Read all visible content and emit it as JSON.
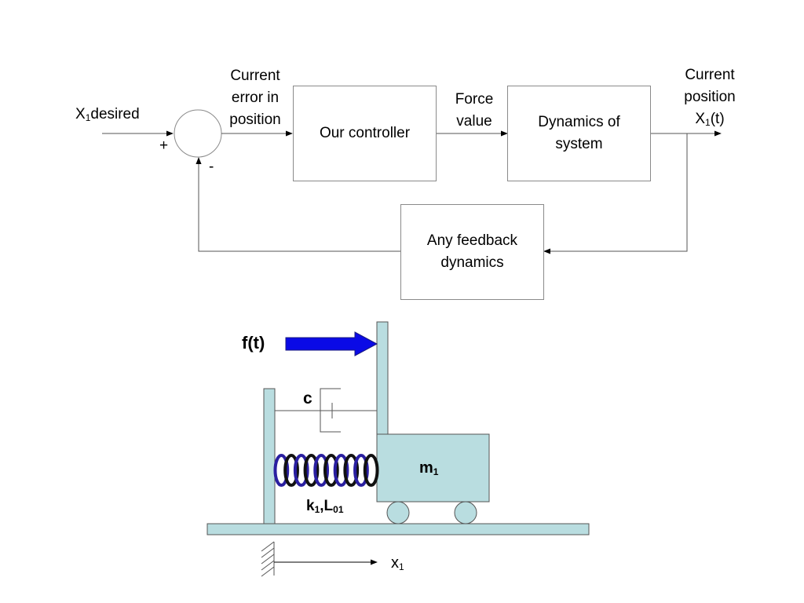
{
  "block_diagram": {
    "input_label": {
      "main": "X",
      "sub": "1",
      "rest": "desired"
    },
    "summing_plus": "+",
    "summing_minus": "-",
    "error_label": [
      "Current",
      "error in",
      "position"
    ],
    "controller": "Our controller",
    "force_label": [
      "Force",
      "value"
    ],
    "plant": [
      "Dynamics of",
      "system"
    ],
    "output_label": {
      "line1": "Current",
      "line2": "position",
      "main": "X",
      "sub": "1",
      "rest": "(t)"
    },
    "feedback": [
      "Any feedback",
      "dynamics"
    ]
  },
  "mechanical": {
    "force": "f(t)",
    "damper": "c",
    "mass": {
      "main": "m",
      "sub": "1"
    },
    "spring": {
      "k": "k",
      "k_sub": "1",
      "sep": ",L",
      "l_sub": "01"
    },
    "axis": {
      "main": "x",
      "sub": "1"
    },
    "colors": {
      "frame": "#b9dde0",
      "arrow": "#0a0ae6",
      "spring": "#2a1fa0",
      "line": "#555555"
    }
  }
}
